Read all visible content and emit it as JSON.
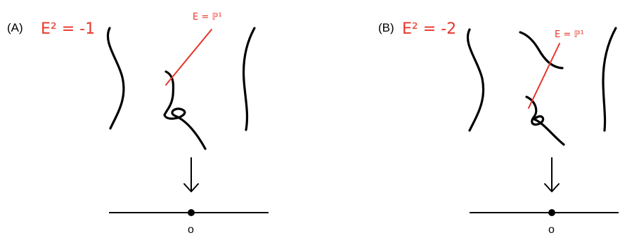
{
  "panels": [
    {
      "label": "(A)",
      "self_intersection": "E² = -1",
      "exceptional_curve": "E = ℙ¹",
      "origin_label": "o"
    },
    {
      "label": "(B)",
      "self_intersection": "E² = -2",
      "exceptional_curve": "E = ℙ¹",
      "origin_label": "o"
    }
  ],
  "colors": {
    "annotation": "#e8352b",
    "ink": "#000000"
  }
}
